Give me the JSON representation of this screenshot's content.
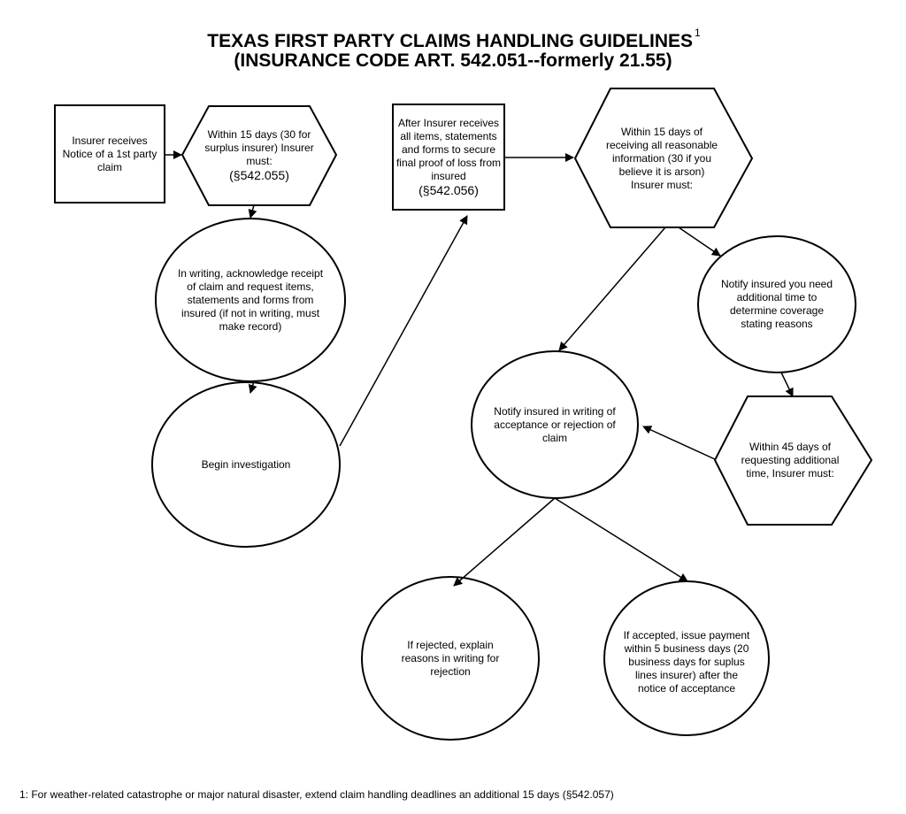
{
  "header": {
    "title_line1": "TEXAS FIRST PARTY CLAIMS HANDLING GUIDELINES",
    "footnote_marker": "1",
    "title_line2": "(INSURANCE CODE ART. 542.051--formerly 21.55)"
  },
  "nodes": {
    "receive_notice": {
      "text": "Insurer receives Notice of a 1st party claim"
    },
    "within_15_days": {
      "text": "Within 15 days (30 for surplus insurer) Insurer must:",
      "ref": "(§542.055)"
    },
    "acknowledge": {
      "text": "In writing, acknowledge receipt of claim and request items, statements and forms from insured (if not in writing, must make record)"
    },
    "begin_investigation": {
      "text": "Begin investigation"
    },
    "final_proof": {
      "text": "After Insurer receives all items, statements and forms to secure final proof of loss from insured",
      "ref": "(§542.056)"
    },
    "within_15_days_info": {
      "text": "Within 15 days of receiving all reasonable information (30 if you believe it is arson) Insurer must:"
    },
    "additional_time": {
      "text": "Notify insured you need additional time to determine coverage stating reasons"
    },
    "within_45_days": {
      "text": "Within 45 days of requesting additional time, Insurer must:"
    },
    "notify_decision": {
      "text": "Notify insured in writing of acceptance or rejection of claim"
    },
    "rejected": {
      "text": "If rejected, explain reasons in writing for rejection"
    },
    "accepted": {
      "text": "If accepted, issue payment within 5 business days (20 business days for suplus lines insurer) after the notice of acceptance"
    }
  },
  "footnote": "1: For weather-related catastrophe or major natural disaster, extend claim handling deadlines an additional 15 days (§542.057)"
}
